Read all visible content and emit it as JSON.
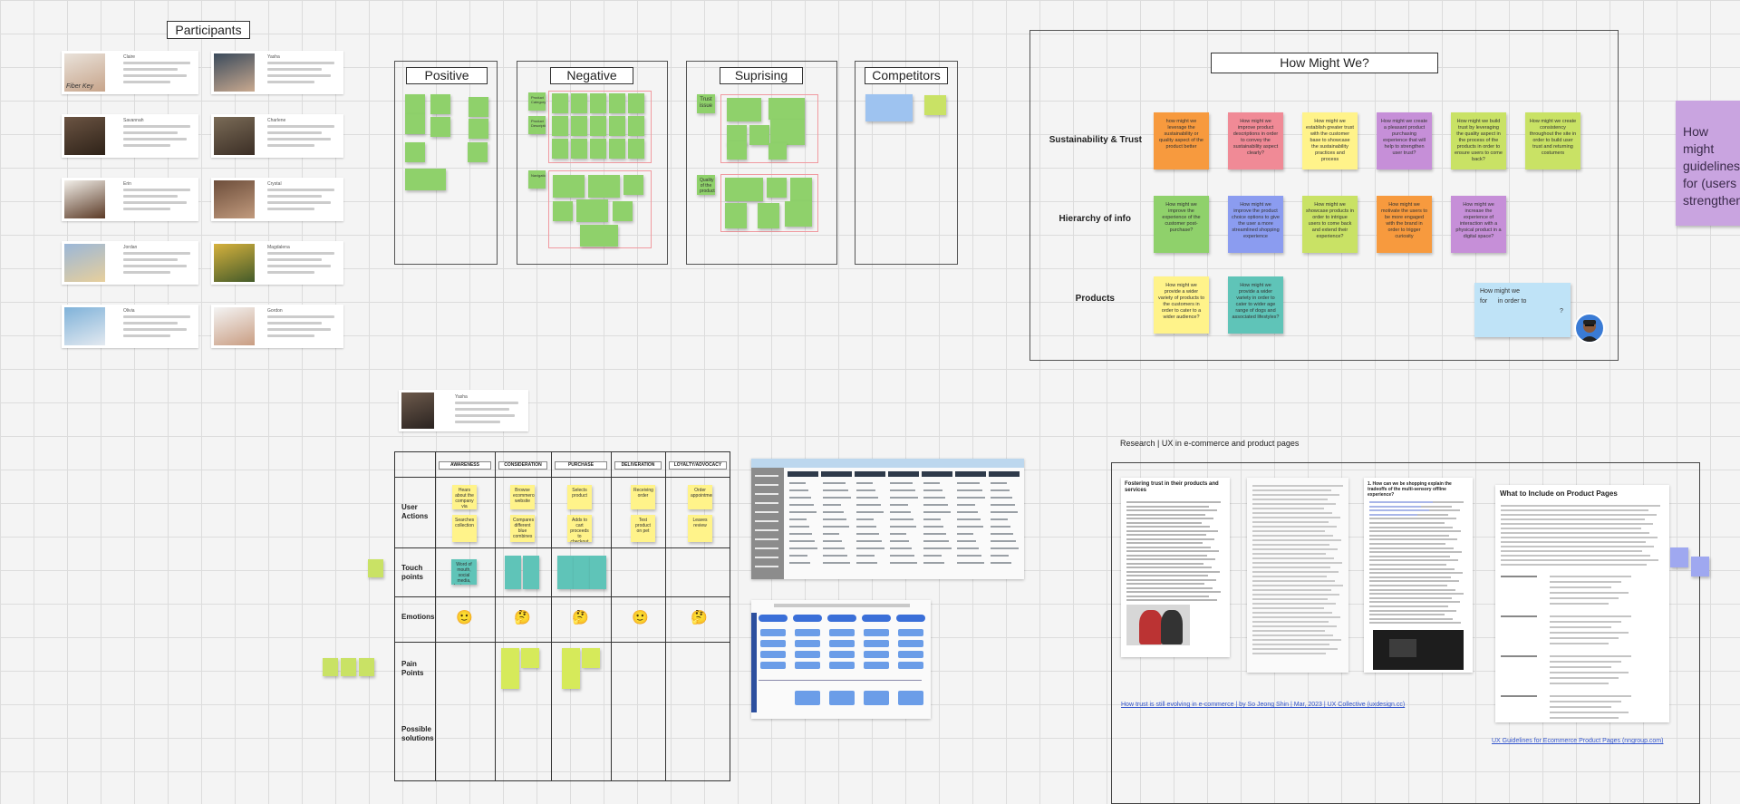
{
  "participants": {
    "title": "Participants",
    "people": [
      {
        "name": "Claire",
        "tag": "Fiber Key"
      },
      {
        "name": "Yasha",
        "tag": ""
      },
      {
        "name": "Savannah",
        "tag": ""
      },
      {
        "name": "Charlene",
        "tag": ""
      },
      {
        "name": "Erin",
        "tag": ""
      },
      {
        "name": "Crystal",
        "tag": ""
      },
      {
        "name": "Jordan",
        "tag": ""
      },
      {
        "name": "Magdalena",
        "tag": ""
      },
      {
        "name": "Olivia",
        "tag": ""
      },
      {
        "name": "Gordon",
        "tag": ""
      }
    ],
    "extra": {
      "name": "Yasha"
    }
  },
  "affinity": {
    "positive": "Positive",
    "negative": "Negative",
    "surprising": "Suprising",
    "competitors": "Competitors",
    "negative_labels": [
      "Product Category",
      "Product Description",
      "Navigation"
    ],
    "surprising_labels": [
      "Trust issue",
      "Quality of the products"
    ]
  },
  "hmw": {
    "title": "How Might We?",
    "rows": [
      "Sustainability & Trust",
      "Hierarchy of info",
      "Products"
    ],
    "sustainability": [
      {
        "text": "how might we leverage the sustainability or quality aspect of the product better",
        "color": "#f79a3e"
      },
      {
        "text": "How might we improve product descriptions in order to convey the sustainability aspect clearly?",
        "color": "#f08a96"
      },
      {
        "text": "How might we establish greater trust with the customer base to showcase the sustainability practices and process",
        "color": "#fff38a"
      },
      {
        "text": "How might we create a pleasant product purchasing experience that will help to strengthen user trust?",
        "color": "#c68fd8"
      },
      {
        "text": "How might we build trust by leveraging the quality aspect in the process of the products in order to ensure users to come back?",
        "color": "#c9e265"
      },
      {
        "text": "How might we create consistency throughout the site in order to build user trust and returning costumers",
        "color": "#c9e265"
      }
    ],
    "hierarchy": [
      {
        "text": "How might we improve the experience of the customer post-purchase?",
        "color": "#8fd16b"
      },
      {
        "text": "How might we improve the product choice options to give the user a more streamlined shopping experience",
        "color": "#8b9cf0"
      },
      {
        "text": "How might we showcase products in order to intrigue users to come back and extend their experience?",
        "color": "#c9e265"
      },
      {
        "text": "How might we motivate the users to be more engaged with the brand in order to trigger curiosity",
        "color": "#f79a3e"
      },
      {
        "text": "How might we increase the experience of interaction with a physical product in a digital space?",
        "color": "#c68fd8"
      }
    ],
    "products": [
      {
        "text": "How might we provide a wider variety of products to the customers in order to cater to a wider audience?",
        "color": "#fff38a"
      },
      {
        "text": "How might we provide a wider variety in order to cater to wider age range of dogs and associated lifestyles?",
        "color": "#5fc4b8"
      }
    ],
    "template": {
      "line1": "How might we",
      "line2a": "for",
      "line2b": "in order to",
      "line3": "?"
    },
    "side_note": "How might guidelines for (users strengthen"
  },
  "journey": {
    "stages": [
      "AWARENESS",
      "CONSIDERATION",
      "PURCHASE",
      "DELIVERATION",
      "LOYALTY/ADVOCACY"
    ],
    "rows": [
      "User Actions",
      "Touch points",
      "Emotions",
      "Pain Points",
      "Possible solutions"
    ],
    "actions": [
      {
        "text": "Hears about the company via Instagram"
      },
      {
        "text": "Browse ecommerce website"
      },
      {
        "text": "Selects product"
      },
      {
        "text": "Receiving order"
      },
      {
        "text": "Order appointment"
      }
    ],
    "actions2": [
      {
        "text": "Searches collection"
      },
      {
        "text": "Compares different blue combines"
      },
      {
        "text": "Adds to cart proceeds to checkout"
      },
      {
        "text": "Test product on pet"
      },
      {
        "text": "Leaves review"
      }
    ],
    "touch_note": "Word of mouth, social media, Instagram",
    "emotions": [
      "🙂",
      "🤔",
      "🤔",
      "🙂",
      "🤔"
    ],
    "emotion_colors": {
      "sticky_yellow": "#fff38a",
      "touch_teal": "#5fc4b8",
      "pain_green": "#d6ea5a"
    }
  },
  "research": {
    "title": "Research | UX in e-commerce and product pages",
    "article1_title": "Fostering trust in their products and services",
    "article3_title": "1. How can we be shopping explain the tradeoffs of the multi-sensory offline experience?",
    "article4_title": "What to Include on Product Pages",
    "link1": "How trust is still evolving in e-commerce | by So Jeong Shin | Mar, 2023 | UX Collective (uxdesign.cc)",
    "link2": "UX Guidelines for Ecommerce Product Pages (nngroup.com)"
  }
}
